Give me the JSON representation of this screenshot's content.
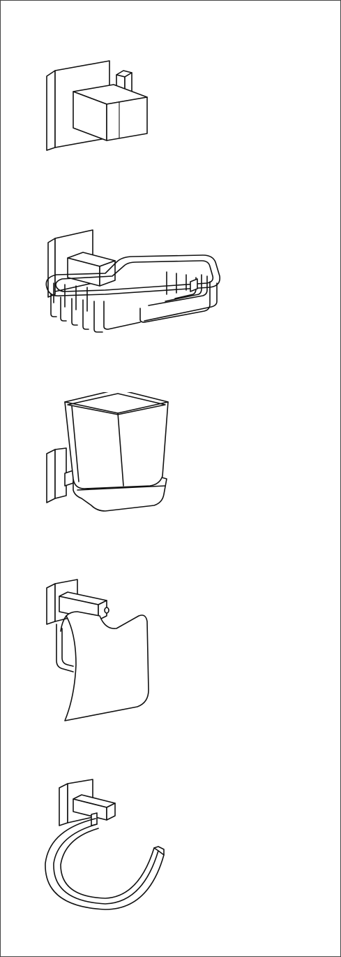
{
  "items": [
    {
      "name": "robe-hook"
    },
    {
      "name": "soap-basket"
    },
    {
      "name": "tumbler-holder"
    },
    {
      "name": "toilet-paper-holder"
    },
    {
      "name": "towel-ring"
    }
  ],
  "line_color": "#111111",
  "border_color": "#444444",
  "background": "#ffffff"
}
